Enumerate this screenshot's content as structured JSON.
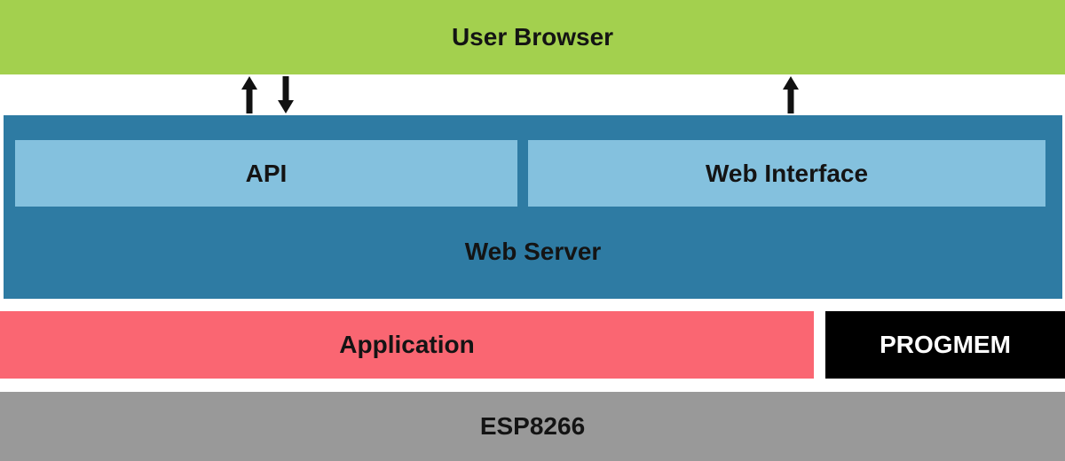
{
  "diagram": {
    "user_browser_label": "User Browser",
    "api_label": "API",
    "web_interface_label": "Web Interface",
    "web_server_label": "Web Server",
    "application_label": "Application",
    "progmem_label": "PROGMEM",
    "esp8266_label": "ESP8266"
  },
  "icons": {
    "left_up": "up-arrow-icon",
    "left_down": "down-arrow-icon",
    "right_up": "up-arrow-icon"
  },
  "colors": {
    "user_browser_bg": "#a3d04e",
    "web_server_bg": "#2e7ba3",
    "inner_box_bg": "#84c1de",
    "application_bg": "#fa6672",
    "progmem_bg": "#000000",
    "progmem_text": "#ffffff",
    "esp8266_bg": "#999999",
    "label_text": "#141414",
    "arrow_color": "#111111"
  }
}
